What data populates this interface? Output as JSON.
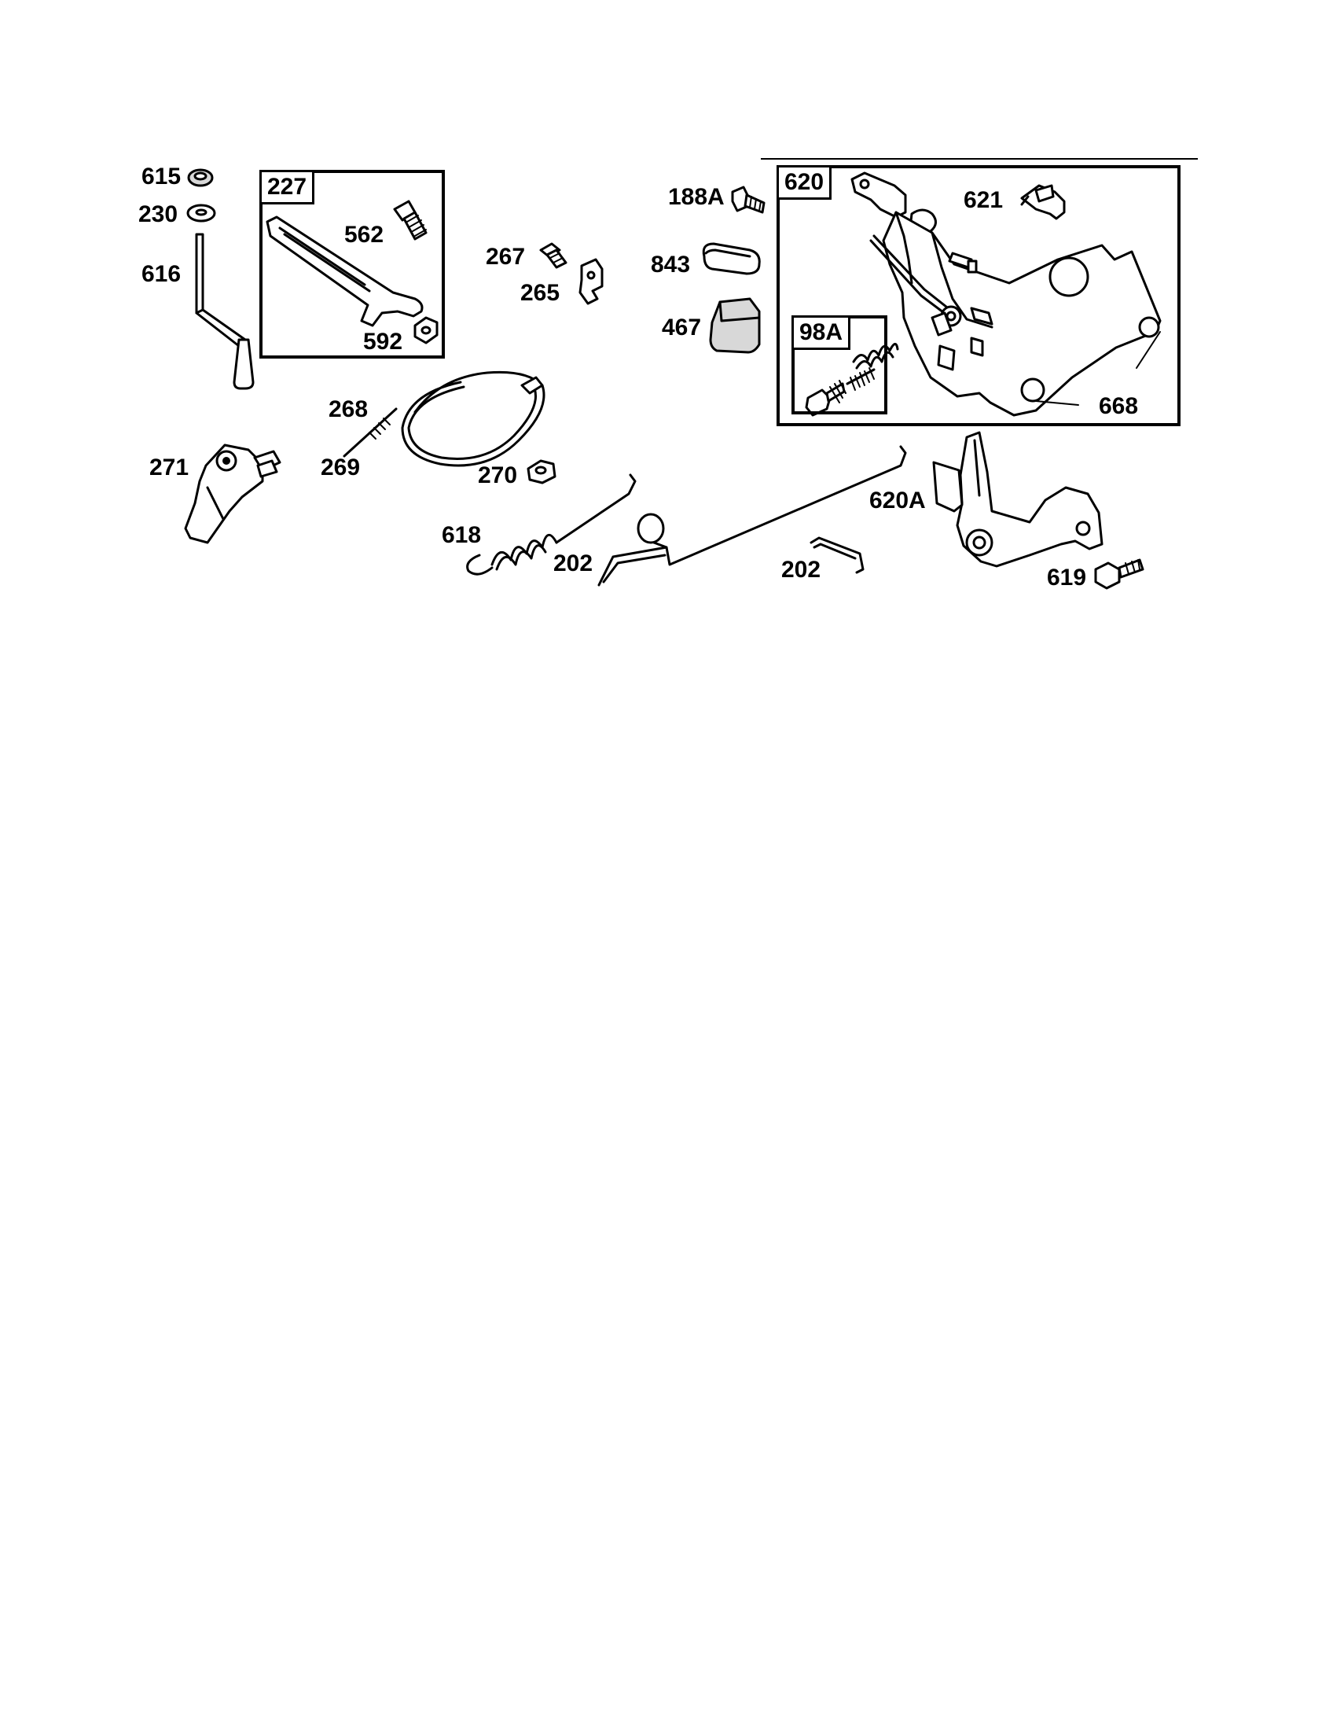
{
  "parts": {
    "p615": "615",
    "p230": "230",
    "p616": "616",
    "p227": "227",
    "p562": "562",
    "p592": "592",
    "p267": "267",
    "p265": "265",
    "p188A": "188A",
    "p843": "843",
    "p467": "467",
    "p620": "620",
    "p621": "621",
    "p98A": "98A",
    "p668": "668",
    "p268": "268",
    "p269": "269",
    "p270": "270",
    "p271": "271",
    "p618": "618",
    "p202a": "202",
    "p202b": "202",
    "p620A": "620A",
    "p619": "619"
  }
}
